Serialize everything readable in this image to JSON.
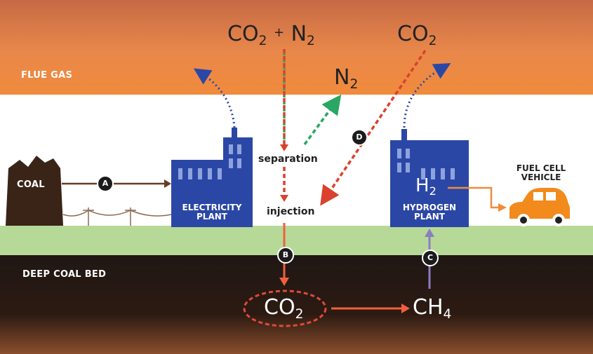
{
  "labels": {
    "flue_gas": "FLUE GAS",
    "coal": "COAL",
    "deep_coal_bed": "DEEP COAL BED",
    "separation": "separation",
    "injection": "injection",
    "electricity_plant_line1": "ELECTRICITY",
    "electricity_plant_line2": "PLANT",
    "hydrogen_plant_line1": "HYDROGEN",
    "hydrogen_plant_line2": "PLANT",
    "fuel_cell_line1": "FUEL CELL",
    "fuel_cell_line2": "VEHICLE"
  },
  "chemicals": {
    "co2_n2": {
      "a": "CO",
      "a_sub": "2",
      "plus": "+",
      "b": "N",
      "b_sub": "2"
    },
    "co2_top": {
      "text": "CO",
      "sub": "2"
    },
    "n2": {
      "text": "N",
      "sub": "2"
    },
    "h2": {
      "text": "H",
      "sub": "2"
    },
    "co2_bottom": {
      "text": "CO",
      "sub": "2"
    },
    "ch4": {
      "text": "CH",
      "sub": "4"
    }
  },
  "badges": {
    "a": "A",
    "b": "B",
    "c": "C",
    "d": "D"
  },
  "colors": {
    "sky_top": "#c56a45",
    "flue_band": "#f08a3c",
    "ground": "#b7d998",
    "underground_dark": "#1c1410",
    "building": "#2b47a6",
    "arrow_red": "#d9422d",
    "arrow_green": "#2aa763",
    "arrow_blue_dotted": "#2b47a6",
    "coal_arrow": "#6a3b22",
    "h2_arrow": "#f08a3c",
    "ch4_arrow": "#8a7dc0",
    "car": "#f28a1c"
  }
}
